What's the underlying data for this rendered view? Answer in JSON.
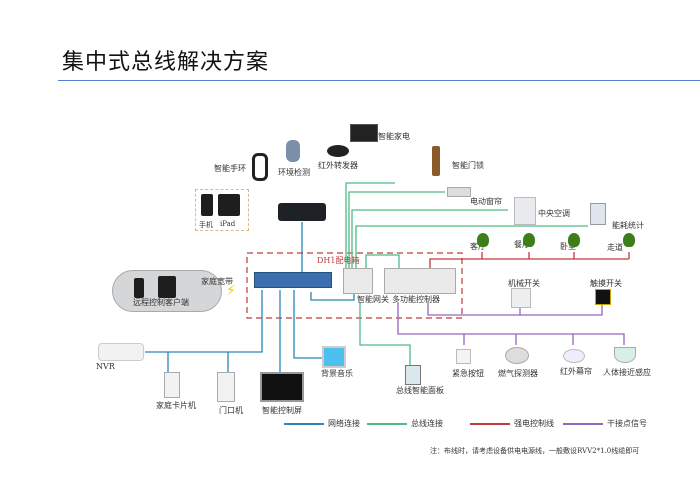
{
  "title": "集中式总线解决方案",
  "colors": {
    "network": "#2a86b5",
    "bus": "#4fba85",
    "power": "#c0393b",
    "dry_contact": "#9467bd",
    "cabinet_border": "#c0393b",
    "title_rule": "#5b7fd0"
  },
  "cabinet": {
    "label": "DH1配电箱"
  },
  "devices": {
    "smart_band": "智能手环",
    "env_monitor": "环境检测",
    "ir_repeater": "红外转发器",
    "smart_appliance": "智能家电",
    "smart_lock": "智能门锁",
    "curtain": "电动窗帘",
    "central_ac": "中央空调",
    "energy_meter": "能耗统计",
    "phone": "手机",
    "ipad": "iPad",
    "broadband": "家庭宽带",
    "remote_client": "远程控制客户端",
    "gateway": "智能网关",
    "multi_controller": "多功能控制器",
    "mech_switch": "机械开关",
    "touch_switch": "触摸开关",
    "nvr": "NVR",
    "card_camera": "家庭卡片机",
    "door_station": "门口机",
    "control_screen": "智能控制屏",
    "bg_music": "背景音乐",
    "bus_panel": "总线智能面板",
    "panic_button": "紧急按钮",
    "gas_detector": "燃气探测器",
    "ir_curtain": "红外幕帘",
    "body_sensor": "人体接近感应"
  },
  "lights": [
    "客厅",
    "餐厅",
    "卧室",
    "走道"
  ],
  "legend": [
    {
      "label": "网络连接",
      "color": "#2a86b5"
    },
    {
      "label": "总线连接",
      "color": "#4fba85"
    },
    {
      "label": "强电控制线",
      "color": "#c0393b"
    },
    {
      "label": "干接点信号",
      "color": "#9467bd"
    }
  ],
  "note": "注：布线时，请考虑设备供电电源线，一般敷设RVV2*1.0线缆即可"
}
